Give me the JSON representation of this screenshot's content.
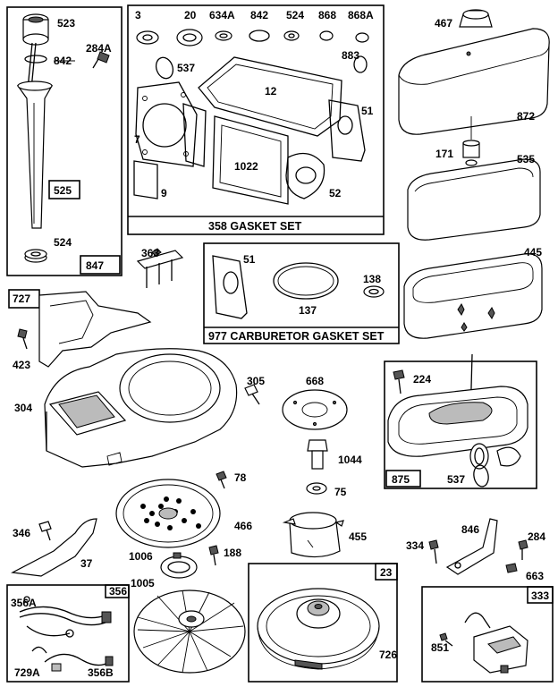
{
  "kits": {
    "gasket_set": "358 GASKET SET",
    "carb_gasket_set": "977 CARBURETOR GASKET SET"
  },
  "parts": {
    "p523": "523",
    "p284a": "284A",
    "p842a": "842",
    "p525": "525",
    "p524a": "524",
    "p847": "847",
    "p3": "3",
    "p20": "20",
    "p634a": "634A",
    "p842b": "842",
    "p524b": "524",
    "p868": "868",
    "p868a": "868A",
    "p537a": "537",
    "p883": "883",
    "p12": "12",
    "p51a": "51",
    "p7": "7",
    "p1022": "1022",
    "p9": "9",
    "p52": "52",
    "p467": "467",
    "p872": "872",
    "p171": "171",
    "p535": "535",
    "p445": "445",
    "p363": "363",
    "p51b": "51",
    "p138": "138",
    "p137": "137",
    "p727": "727",
    "p423": "423",
    "p304": "304",
    "p305": "305",
    "p668": "668",
    "p224": "224",
    "p1044": "1044",
    "p75": "75",
    "p875": "875",
    "p537b": "537",
    "p78": "78",
    "p466": "466",
    "p455": "455",
    "p346": "346",
    "p37": "37",
    "p1006": "1006",
    "p188": "188",
    "p334": "334",
    "p846": "846",
    "p284": "284",
    "p663": "663",
    "p356": "356",
    "p356a": "356A",
    "p729a": "729A",
    "p356b": "356B",
    "p1005": "1005",
    "p23": "23",
    "p726": "726",
    "p333": "333",
    "p851": "851"
  }
}
